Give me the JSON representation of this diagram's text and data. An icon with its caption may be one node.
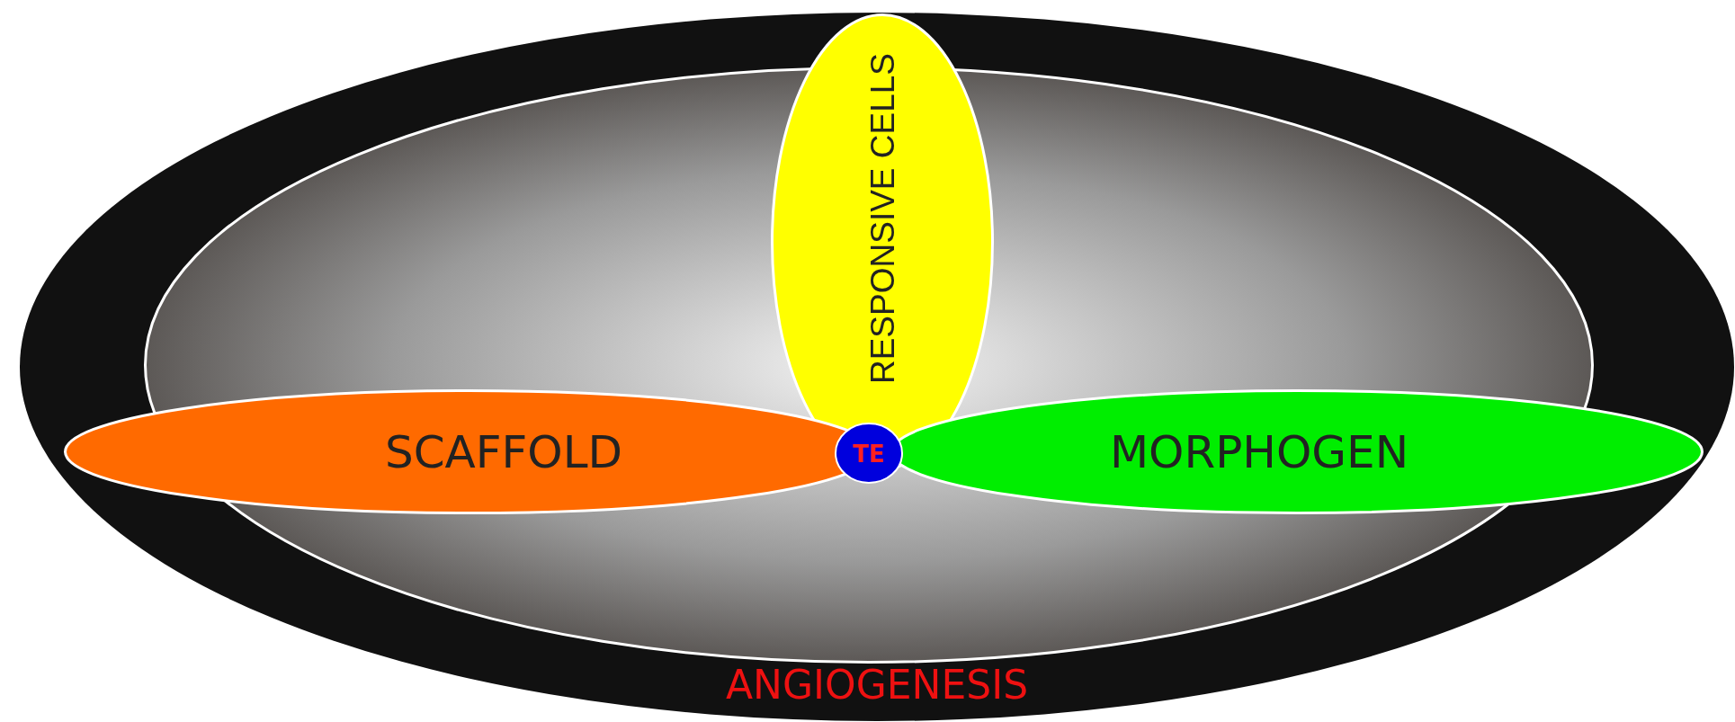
{
  "diagram": {
    "nodes": [
      {
        "text": [
          "ANGIOGENESIS"
        ]
      },
      {
        "text": [],
        "shape": "ellipse",
        "in": 0
      },
      {
        "text": [
          "RESPONSIVE CELLS"
        ],
        "in": 0
      },
      {
        "text": [
          "SCAFFOLD"
        ],
        "in": 0
      },
      {
        "text": [
          "MORPHOGEN"
        ],
        "in": 0
      },
      {
        "text": [
          "TE"
        ],
        "in": 1
      }
    ],
    "edges": []
  }
}
